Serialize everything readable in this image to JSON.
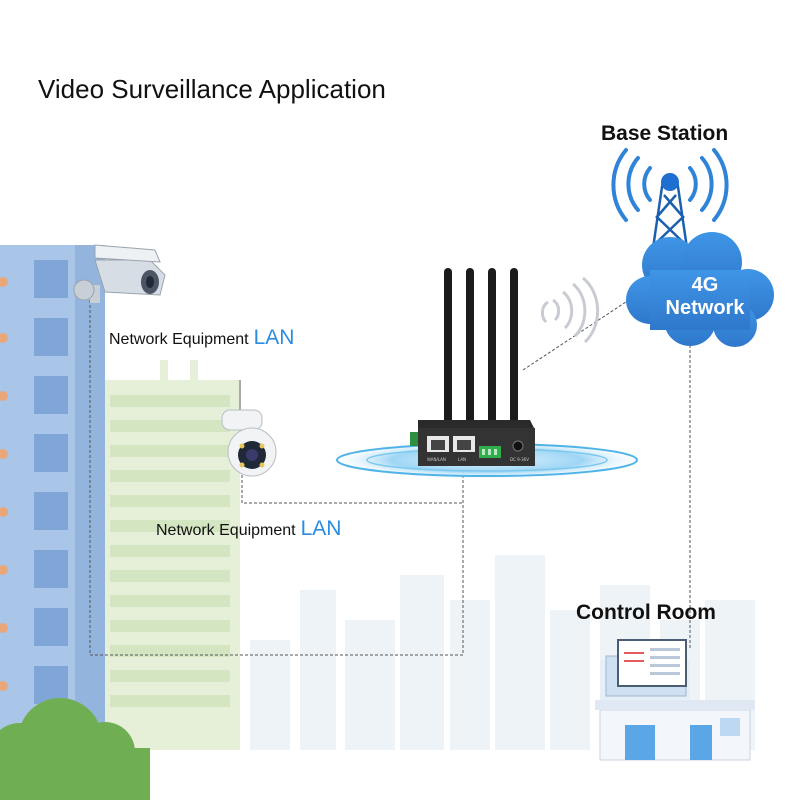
{
  "title": "Video Surveillance Application",
  "base_station": {
    "label": "Base Station"
  },
  "network": {
    "line1": "4G",
    "line2": "Network"
  },
  "control_room": {
    "label": "Control Room"
  },
  "equipment": [
    {
      "text": "Network Equipment",
      "lan": "LAN"
    },
    {
      "text": "Network Equipment",
      "lan": "LAN"
    }
  ],
  "router": {
    "ports": [
      "WAN/LAN",
      "LAN",
      "DC 9-36V"
    ]
  },
  "colors": {
    "accent": "#2a8be0",
    "cloud": "#2f84d8",
    "building": "#a9c6e8",
    "tree": "#6fae52"
  }
}
